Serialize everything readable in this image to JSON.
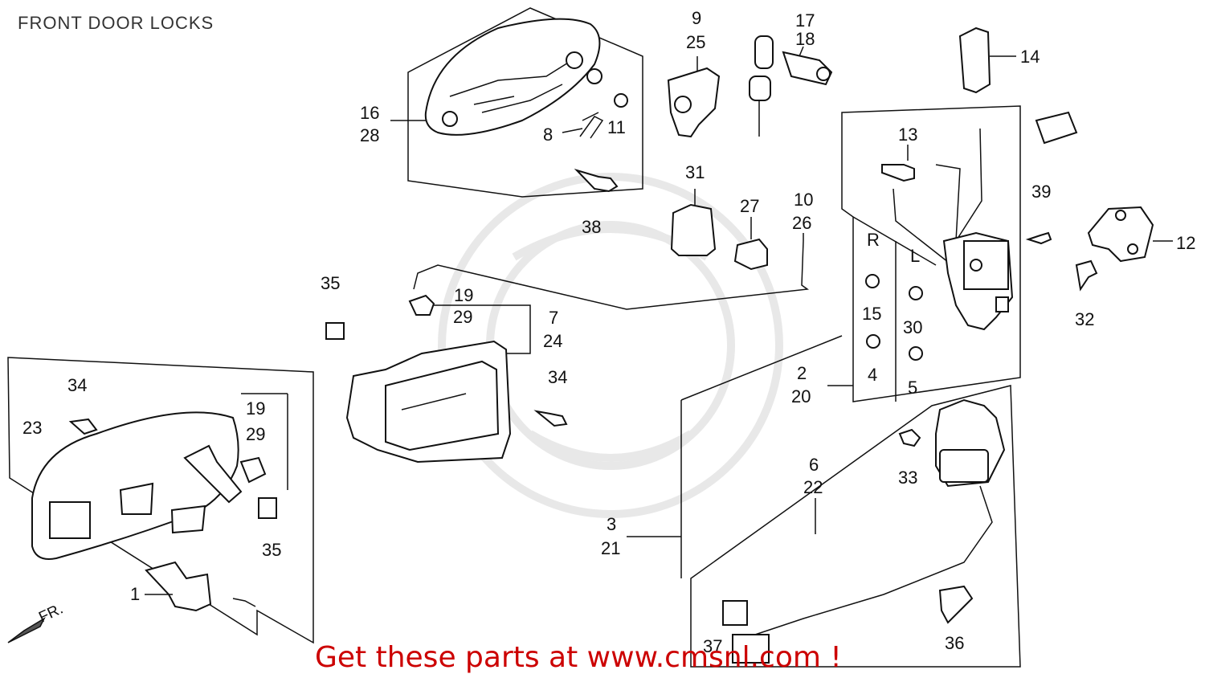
{
  "title": "FRONT DOOR LOCKS",
  "footer": "Get these parts at www.cmsnl.com !",
  "direction_marker": "FR.",
  "side_labels": {
    "right": "R",
    "left": "L"
  },
  "callouts": [
    {
      "id": "c1",
      "text": "1"
    },
    {
      "id": "c2",
      "text": "2"
    },
    {
      "id": "c20",
      "text": "20"
    },
    {
      "id": "c3",
      "text": "3"
    },
    {
      "id": "c21",
      "text": "21"
    },
    {
      "id": "c4",
      "text": "4"
    },
    {
      "id": "c5",
      "text": "5"
    },
    {
      "id": "c6",
      "text": "6"
    },
    {
      "id": "c22",
      "text": "22"
    },
    {
      "id": "c7",
      "text": "7"
    },
    {
      "id": "c24",
      "text": "24"
    },
    {
      "id": "c8",
      "text": "8"
    },
    {
      "id": "c9",
      "text": "9"
    },
    {
      "id": "c25",
      "text": "25"
    },
    {
      "id": "c10",
      "text": "10"
    },
    {
      "id": "c26",
      "text": "26"
    },
    {
      "id": "c11",
      "text": "11"
    },
    {
      "id": "c12",
      "text": "12"
    },
    {
      "id": "c13",
      "text": "13"
    },
    {
      "id": "c14",
      "text": "14"
    },
    {
      "id": "c15",
      "text": "15"
    },
    {
      "id": "c16",
      "text": "16"
    },
    {
      "id": "c28",
      "text": "28"
    },
    {
      "id": "c17",
      "text": "17"
    },
    {
      "id": "c18",
      "text": "18"
    },
    {
      "id": "c19a",
      "text": "19"
    },
    {
      "id": "c29a",
      "text": "29"
    },
    {
      "id": "c19b",
      "text": "19"
    },
    {
      "id": "c29b",
      "text": "29"
    },
    {
      "id": "c23",
      "text": "23"
    },
    {
      "id": "c27",
      "text": "27"
    },
    {
      "id": "c30",
      "text": "30"
    },
    {
      "id": "c31",
      "text": "31"
    },
    {
      "id": "c32",
      "text": "32"
    },
    {
      "id": "c33",
      "text": "33"
    },
    {
      "id": "c34a",
      "text": "34"
    },
    {
      "id": "c34b",
      "text": "34"
    },
    {
      "id": "c35a",
      "text": "35"
    },
    {
      "id": "c35b",
      "text": "35"
    },
    {
      "id": "c36",
      "text": "36"
    },
    {
      "id": "c37",
      "text": "37"
    },
    {
      "id": "c38",
      "text": "38"
    },
    {
      "id": "c39",
      "text": "39"
    }
  ]
}
